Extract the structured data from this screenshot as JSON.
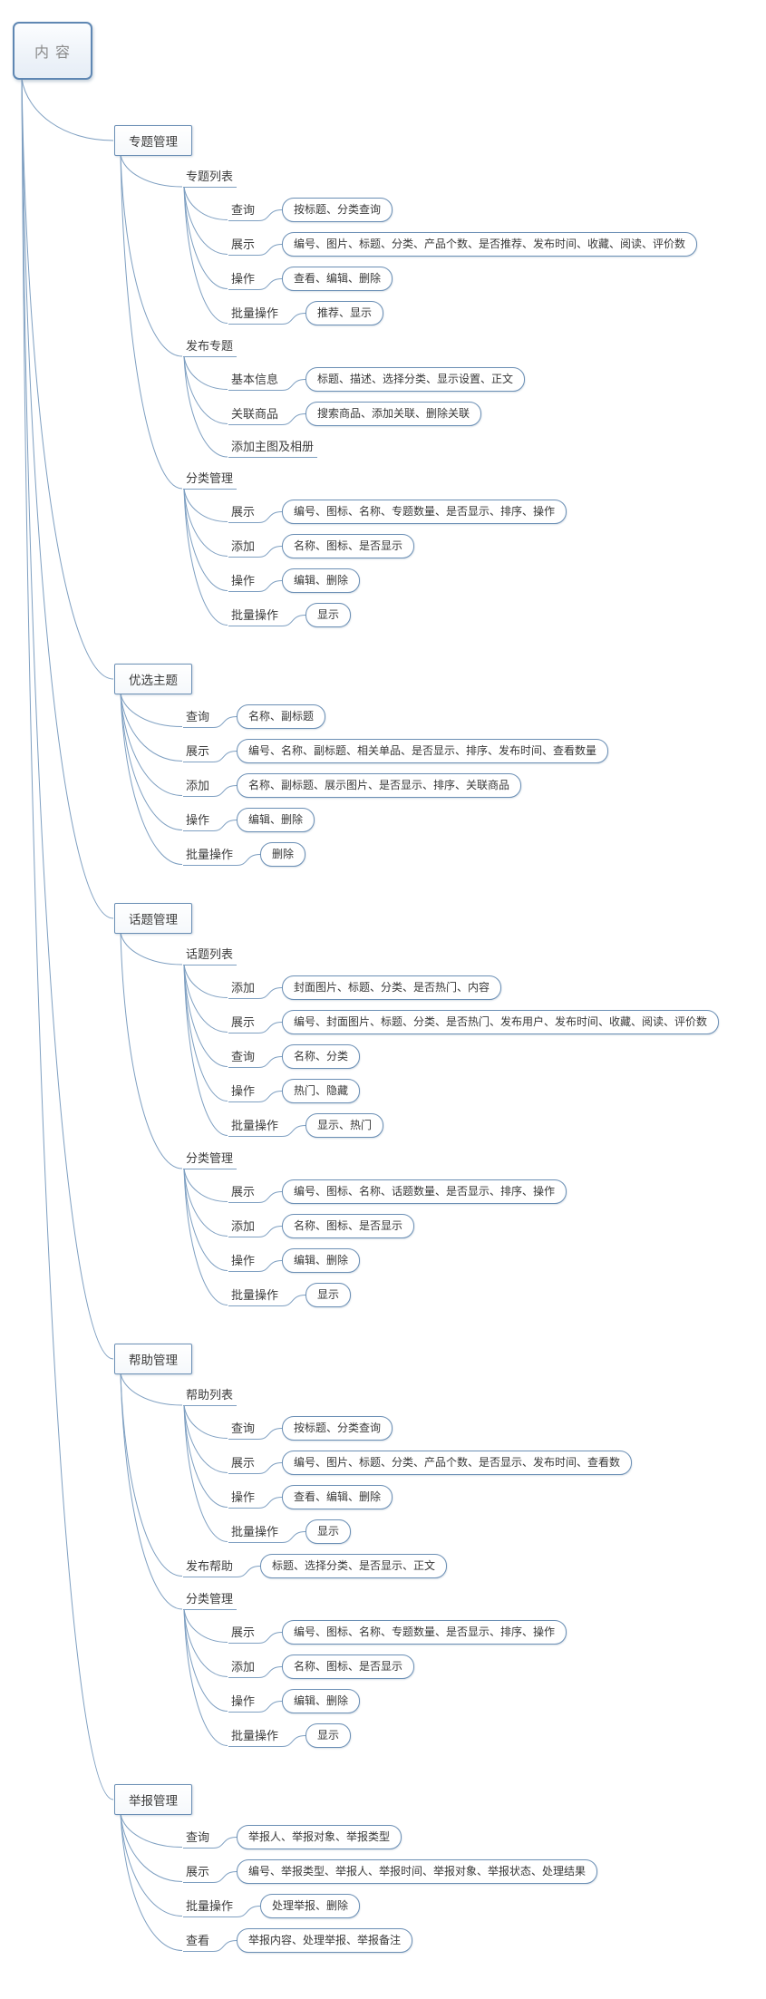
{
  "diagram": {
    "kind": "mindmap",
    "background": "#ffffff"
  },
  "colors": {
    "line": "#7e9fc1",
    "node_border": "#6b8fb5",
    "root_border": "#5f87b3",
    "text": "#3c3c3c",
    "root_text": "#8a8a8a"
  },
  "tree": {
    "label": "内容",
    "type": "root",
    "children": [
      {
        "label": "专题管理",
        "type": "box",
        "children": [
          {
            "label": "专题列表",
            "type": "text",
            "children": [
              {
                "label": "查询",
                "type": "text",
                "leaf": "按标题、分类查询"
              },
              {
                "label": "展示",
                "type": "text",
                "leaf": "编号、图片、标题、分类、产品个数、是否推荐、发布时间、收藏、阅读、评价数"
              },
              {
                "label": "操作",
                "type": "text",
                "leaf": "查看、编辑、删除"
              },
              {
                "label": "批量操作",
                "type": "text",
                "leaf": "推荐、显示"
              }
            ]
          },
          {
            "label": "发布专题",
            "type": "text",
            "children": [
              {
                "label": "基本信息",
                "type": "text",
                "leaf": "标题、描述、选择分类、显示设置、正文"
              },
              {
                "label": "关联商品",
                "type": "text",
                "leaf": "搜索商品、添加关联、删除关联"
              },
              {
                "label": "添加主图及相册",
                "type": "text"
              }
            ]
          },
          {
            "label": "分类管理",
            "type": "text",
            "children": [
              {
                "label": "展示",
                "type": "text",
                "leaf": "编号、图标、名称、专题数量、是否显示、排序、操作"
              },
              {
                "label": "添加",
                "type": "text",
                "leaf": "名称、图标、是否显示"
              },
              {
                "label": "操作",
                "type": "text",
                "leaf": "编辑、删除"
              },
              {
                "label": "批量操作",
                "type": "text",
                "leaf": "显示"
              }
            ]
          }
        ]
      },
      {
        "label": "优选主题",
        "type": "box",
        "children": [
          {
            "label": "查询",
            "type": "text",
            "leaf": "名称、副标题"
          },
          {
            "label": "展示",
            "type": "text",
            "leaf": "编号、名称、副标题、相关单品、是否显示、排序、发布时间、查看数量"
          },
          {
            "label": "添加",
            "type": "text",
            "leaf": "名称、副标题、展示图片、是否显示、排序、关联商品"
          },
          {
            "label": "操作",
            "type": "text",
            "leaf": "编辑、删除"
          },
          {
            "label": "批量操作",
            "type": "text",
            "leaf": "删除"
          }
        ]
      },
      {
        "label": "话题管理",
        "type": "box",
        "children": [
          {
            "label": "话题列表",
            "type": "text",
            "children": [
              {
                "label": "添加",
                "type": "text",
                "leaf": "封面图片、标题、分类、是否热门、内容"
              },
              {
                "label": "展示",
                "type": "text",
                "leaf": "编号、封面图片、标题、分类、是否热门、发布用户、发布时间、收藏、阅读、评价数"
              },
              {
                "label": "查询",
                "type": "text",
                "leaf": "名称、分类"
              },
              {
                "label": "操作",
                "type": "text",
                "leaf": "热门、隐藏"
              },
              {
                "label": "批量操作",
                "type": "text",
                "leaf": "显示、热门"
              }
            ]
          },
          {
            "label": "分类管理",
            "type": "text",
            "children": [
              {
                "label": "展示",
                "type": "text",
                "leaf": "编号、图标、名称、话题数量、是否显示、排序、操作"
              },
              {
                "label": "添加",
                "type": "text",
                "leaf": "名称、图标、是否显示"
              },
              {
                "label": "操作",
                "type": "text",
                "leaf": "编辑、删除"
              },
              {
                "label": "批量操作",
                "type": "text",
                "leaf": "显示"
              }
            ]
          }
        ]
      },
      {
        "label": "帮助管理",
        "type": "box",
        "children": [
          {
            "label": "帮助列表",
            "type": "text",
            "children": [
              {
                "label": "查询",
                "type": "text",
                "leaf": "按标题、分类查询"
              },
              {
                "label": "展示",
                "type": "text",
                "leaf": "编号、图片、标题、分类、产品个数、是否显示、发布时间、查看数"
              },
              {
                "label": "操作",
                "type": "text",
                "leaf": "查看、编辑、删除"
              },
              {
                "label": "批量操作",
                "type": "text",
                "leaf": "显示"
              }
            ]
          },
          {
            "label": "发布帮助",
            "type": "text",
            "leaf": "标题、选择分类、是否显示、正文"
          },
          {
            "label": "分类管理",
            "type": "text",
            "children": [
              {
                "label": "展示",
                "type": "text",
                "leaf": "编号、图标、名称、专题数量、是否显示、排序、操作"
              },
              {
                "label": "添加",
                "type": "text",
                "leaf": "名称、图标、是否显示"
              },
              {
                "label": "操作",
                "type": "text",
                "leaf": "编辑、删除"
              },
              {
                "label": "批量操作",
                "type": "text",
                "leaf": "显示"
              }
            ]
          }
        ]
      },
      {
        "label": "举报管理",
        "type": "box",
        "children": [
          {
            "label": "查询",
            "type": "text",
            "leaf": "举报人、举报对象、举报类型"
          },
          {
            "label": "展示",
            "type": "text",
            "leaf": "编号、举报类型、举报人、举报时间、举报对象、举报状态、处理结果"
          },
          {
            "label": "批量操作",
            "type": "text",
            "leaf": "处理举报、删除"
          },
          {
            "label": "查看",
            "type": "text",
            "leaf": "举报内容、处理举报、举报备注"
          }
        ]
      }
    ]
  }
}
